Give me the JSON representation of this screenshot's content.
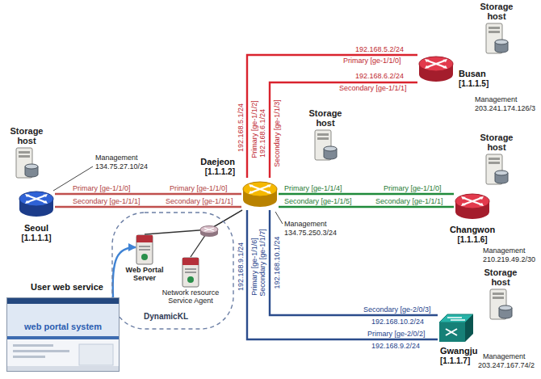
{
  "diagram": {
    "nodes": [
      {
        "text": [
          "Storage host"
        ]
      },
      {
        "text": [
          "Busan",
          "[1.1.1.5]"
        ]
      },
      {
        "text": [
          "Storage host"
        ]
      },
      {
        "text": [
          "Seoul",
          "[1.1.1.1]"
        ]
      },
      {
        "text": [
          "Daejeon",
          "[1.1.1.2]"
        ]
      },
      {
        "text": [
          "Storage host"
        ]
      },
      {
        "text": [
          "Storage host"
        ]
      },
      {
        "text": [
          "Changwon",
          "[1.1.1.6]"
        ]
      },
      {
        "text": [
          "DynamicKL"
        ]
      },
      {
        "text": [
          "Web Portal Server"
        ],
        "in": 8
      },
      {
        "text": [
          "Network resource Service Agent"
        ],
        "in": 8
      },
      {
        "text": [
          "User web service",
          "web portal system"
        ]
      },
      {
        "text": [
          "Storage host"
        ]
      },
      {
        "text": [
          "Gwangju",
          "[1.1.1.7]"
        ]
      }
    ],
    "edges": [
      {
        "from": 4,
        "to": 1,
        "arrow": "none"
      },
      {
        "from": 4,
        "to": 1,
        "arrow": "none"
      },
      {
        "from": 3,
        "to": 4,
        "arrow": "none"
      },
      {
        "from": 3,
        "to": 4,
        "arrow": "none"
      },
      {
        "from": 4,
        "to": 7,
        "arrow": "none"
      },
      {
        "from": 4,
        "to": 7,
        "arrow": "none"
      },
      {
        "from": 4,
        "to": 13,
        "arrow": "none"
      },
      {
        "from": 4,
        "to": 13,
        "arrow": "none"
      },
      {
        "from": 4,
        "to": 9,
        "arrow": "none"
      },
      {
        "from": 4,
        "to": 10,
        "arrow": "none"
      },
      {
        "from": 11,
        "to": 9,
        "arrow": "to"
      }
    ],
    "labels": [
      "Management",
      "134.75.27.10/24",
      "192.168.5.2/24",
      "Primary [ge-1/1/0]",
      "192.168.6.2/24",
      "Secondary [ge-1/1/1]",
      "Management",
      "203.241.174.126/3",
      "192.168.5.1/24",
      "Primary [ge-1/1/2]",
      "192.168.6.1/24",
      "Secondary [ge-1/1/3]",
      "Primary [ge-1/1/0]",
      "Primary [ge-1/1/0]",
      "Secondary [ge-1/1/1]",
      "Secondary [ge-1/1/1]",
      "Primary [ge-1/1/4]",
      "Primary [ge-1/1/0]",
      "Secondary [ge-1/1/5]",
      "Secondary [ge-1/1/1]",
      "Management",
      "134.75.250.3/24",
      "Management",
      "210.219.49.2/30",
      "192.168.9.1/24",
      "Primary [ge-1/1/6]",
      "Secondary [ge-1/1/7]",
      "192.168.10.1/24",
      "Secondary [ge-2/0/3]",
      "192.168.10.2/24",
      "Primary [ge-2/0/2]",
      "192.168.9.2/24",
      "Management",
      "203.247.167.74/2"
    ]
  }
}
